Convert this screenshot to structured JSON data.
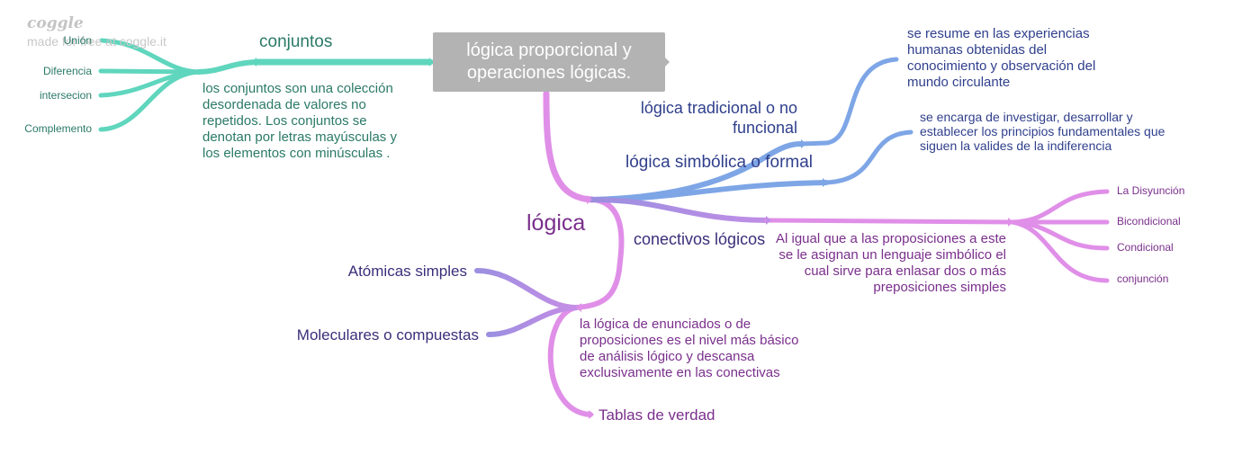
{
  "branding": {
    "logo": "coggle",
    "tagline": "made for free at coggle.it"
  },
  "colors": {
    "teal": "#5fd6bd",
    "violet": "#e08fe8",
    "blue": "#7ea6e6",
    "purple": "#9b8fe0",
    "text_teal": "#2a7a66",
    "text_blue": "#2f3f8c",
    "text_purple": "#7a2f8c",
    "text_indigo": "#3a2f7a"
  },
  "root": {
    "title": "lógica proporcional y operaciones lógicas."
  },
  "conjuntos": {
    "title": "conjuntos",
    "description": "los conjuntos son una colección desordenada de valores no repetidos. Los conjuntos se denotan por letras mayúsculas y los elementos con minúsculas .",
    "items": [
      "Unión",
      "Diferencia",
      "intersecion",
      "Complemento"
    ]
  },
  "logica": {
    "title": "lógica",
    "tradicional": {
      "title": "lógica tradicional o no funcional",
      "description": "se resume en las experiencias humanas obtenidas del conocimiento y observación del mundo circulante"
    },
    "simbolica": {
      "title": "lógica simbólica o formal",
      "description": "se encarga de investigar, desarrollar y establecer los principios fundamentales que siguen la valides de la indiferencia"
    },
    "conectivos": {
      "title": "conectivos lógicos",
      "description": "Al igual que a las proposiciones a este se le asignan un lenguaje simbólico el cual sirve para enlasar dos o más preposiciones simples",
      "items": [
        "La Disyunción",
        "Bicondicional",
        "Condicional",
        "conjunción"
      ]
    },
    "atomicas": "Atómicas simples",
    "moleculares": "Moleculares o compuestas",
    "enunciados": "la lógica de enunciados o de proposiciones es el nivel más básico de análisis lógico y descansa exclusivamente en las conectivas",
    "tablas": "Tablas de verdad"
  }
}
